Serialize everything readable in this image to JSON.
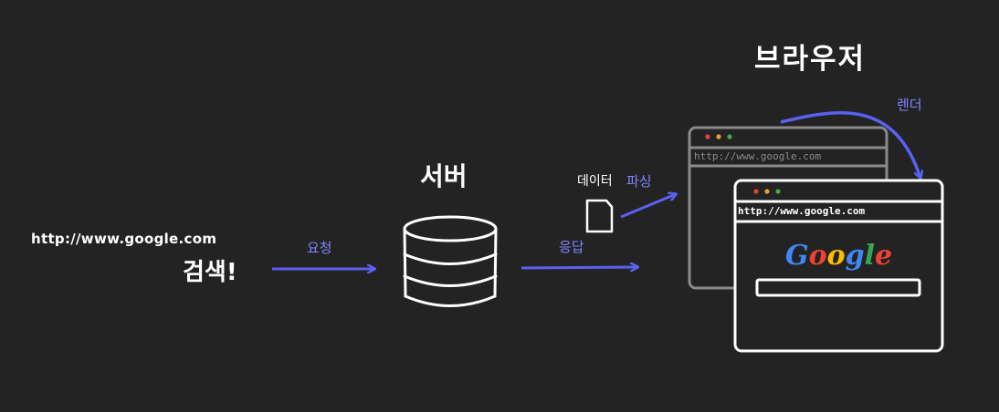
{
  "left": {
    "url": "http://www.google.com",
    "search": "검색!"
  },
  "arrows": {
    "request": "요청",
    "response": "응답",
    "parse": "파싱",
    "render": "렌더"
  },
  "server": {
    "label": "서버"
  },
  "data_doc": {
    "label": "데이터"
  },
  "browser": {
    "label": "브라우저",
    "back_url": "http://www.google.com",
    "front_url": "http://www.google.com",
    "logo": [
      "G",
      "o",
      "o",
      "g",
      "l",
      "e"
    ]
  },
  "colors": {
    "arrow": "#5a61f0",
    "label_blue": "#7f86ff",
    "stroke": "#ffffff",
    "back_window": "#8a8a8a",
    "dot_red": "#e0443e",
    "dot_yellow": "#e0a52a",
    "dot_green": "#3fae49",
    "logo": [
      "#4285f4",
      "#ea4335",
      "#fbbc05",
      "#4285f4",
      "#34a853",
      "#ea4335"
    ]
  }
}
